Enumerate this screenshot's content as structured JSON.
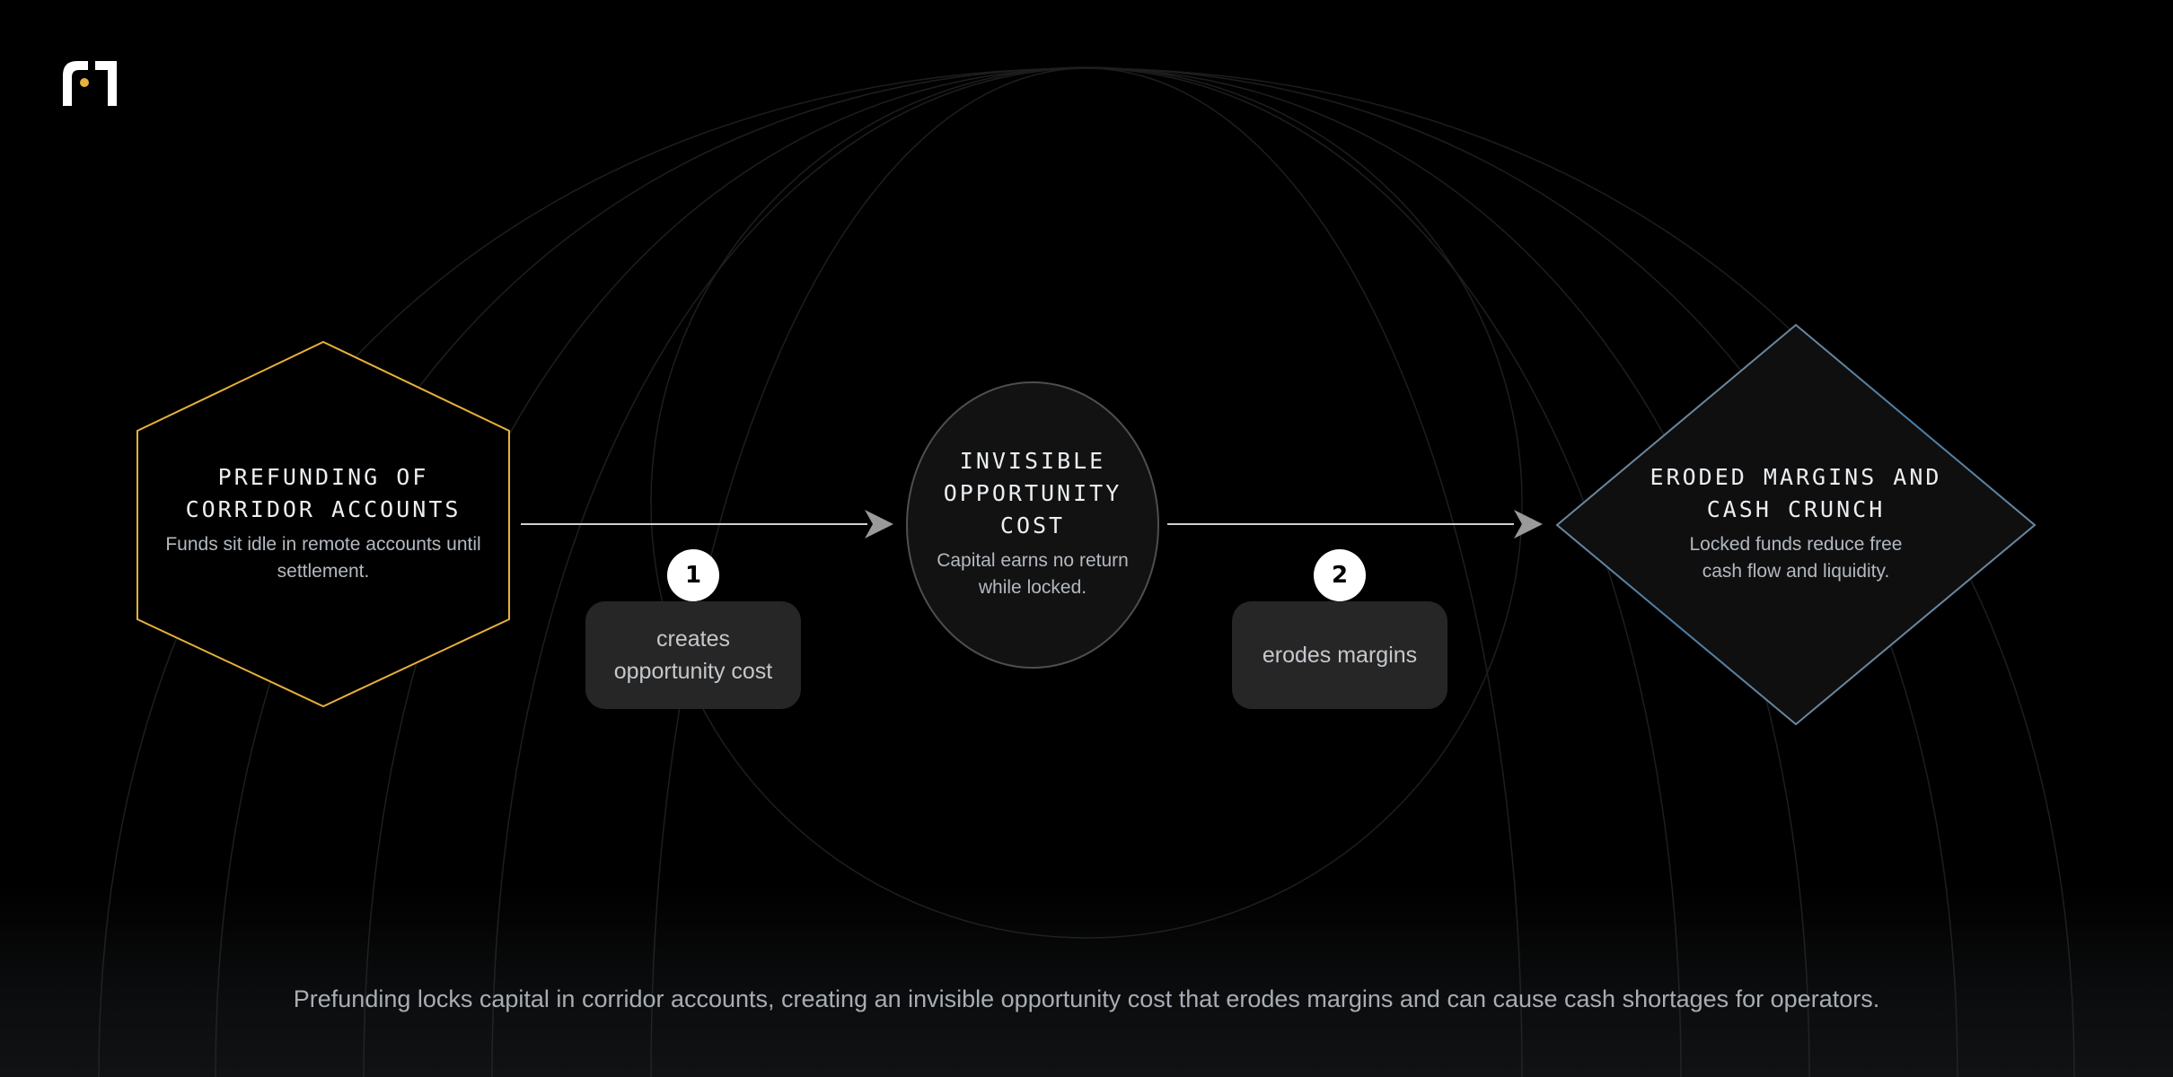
{
  "diagram": {
    "nodes": [
      {
        "id": "prefunding",
        "title": "PREFUNDING OF CORRIDOR ACCOUNTS",
        "description": "Funds sit idle in remote accounts until settlement.",
        "accent": "#e8b13a"
      },
      {
        "id": "opportunity",
        "title": "INVISIBLE OPPORTUNITY COST",
        "description": "Capital earns no return while locked.",
        "accent": "#5a5a5a"
      },
      {
        "id": "eroded",
        "title": "ERODED MARGINS AND CASH CRUNCH",
        "description": "Locked funds reduce free cash flow and liquidity.",
        "accent": "#4a7fa8"
      }
    ],
    "edges": [
      {
        "step": "1",
        "label": "creates opportunity cost"
      },
      {
        "step": "2",
        "label": "erodes margins"
      }
    ]
  },
  "caption": "Prefunding locks capital in corridor accounts, creating an invisible opportunity cost that erodes margins and can cause cash shortages for operators.",
  "colors": {
    "background": "#000000",
    "logo_dot": "#e8b13a",
    "edge_line": "#d0d0d0"
  }
}
